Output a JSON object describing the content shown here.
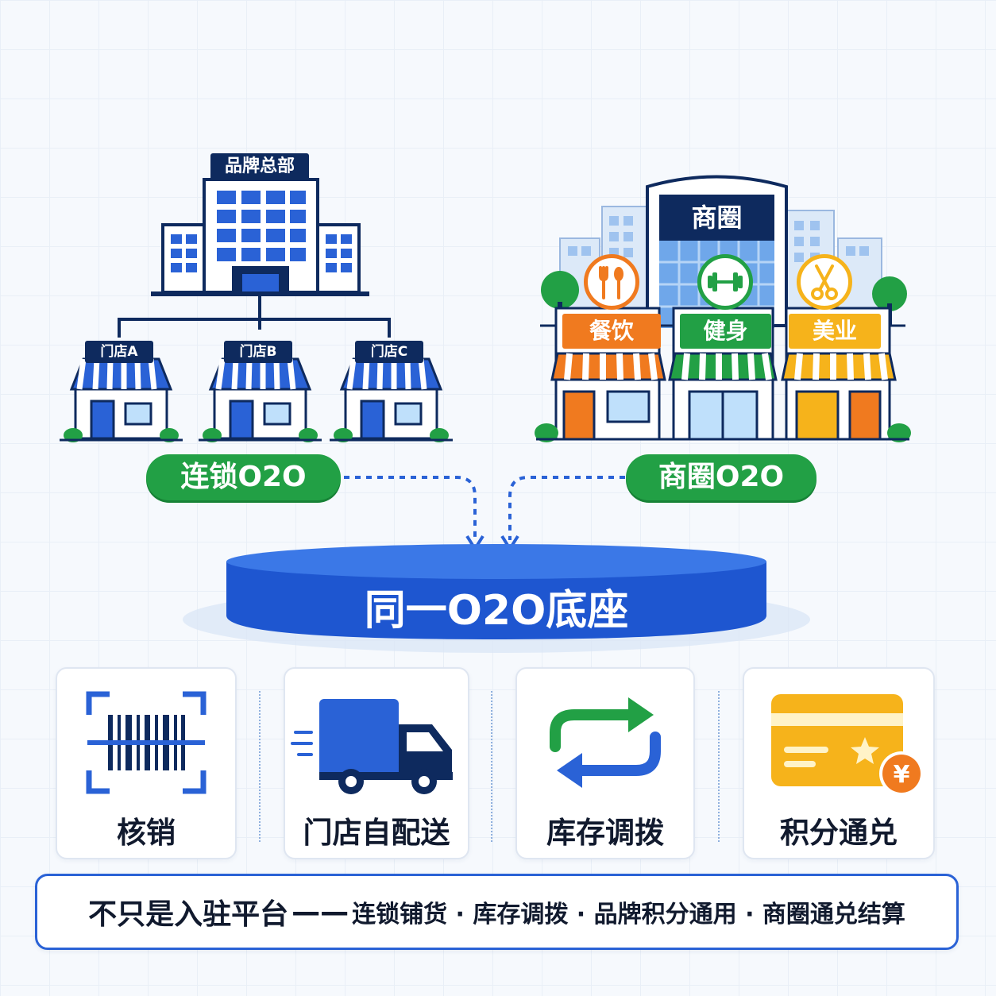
{
  "hq": {
    "label": "品牌总部"
  },
  "stores": [
    {
      "label": "门店A"
    },
    {
      "label": "门店B"
    },
    {
      "label": "门店C"
    }
  ],
  "mall": {
    "label": "商圈",
    "shops": [
      {
        "label": "餐饮",
        "icon": "fork-spoon-icon",
        "color": "#f07a1f"
      },
      {
        "label": "健身",
        "icon": "dumbbell-icon",
        "color": "#22a045"
      },
      {
        "label": "美业",
        "icon": "scissors-icon",
        "color": "#f6b31b"
      }
    ]
  },
  "tags": {
    "chain": "连锁O2O",
    "mall": "商圈O2O"
  },
  "base": {
    "label": "同一O2O底座"
  },
  "features": [
    {
      "label": "核销",
      "icon": "barcode-scan-icon"
    },
    {
      "label": "门店自配送",
      "icon": "delivery-truck-icon"
    },
    {
      "label": "库存调拨",
      "icon": "transfer-arrows-icon"
    },
    {
      "label": "积分通兑",
      "icon": "points-card-icon"
    }
  ],
  "footer": {
    "main": "不只是入驻平台",
    "dash": "——",
    "details": "连锁铺货 · 库存调拨 · 品牌积分通用 · 商圈通兑结算"
  },
  "colors": {
    "navy": "#0e2a5e",
    "blue": "#2a62d6",
    "green": "#22a045",
    "orange": "#f07a1f",
    "yellow": "#f6b31b"
  }
}
